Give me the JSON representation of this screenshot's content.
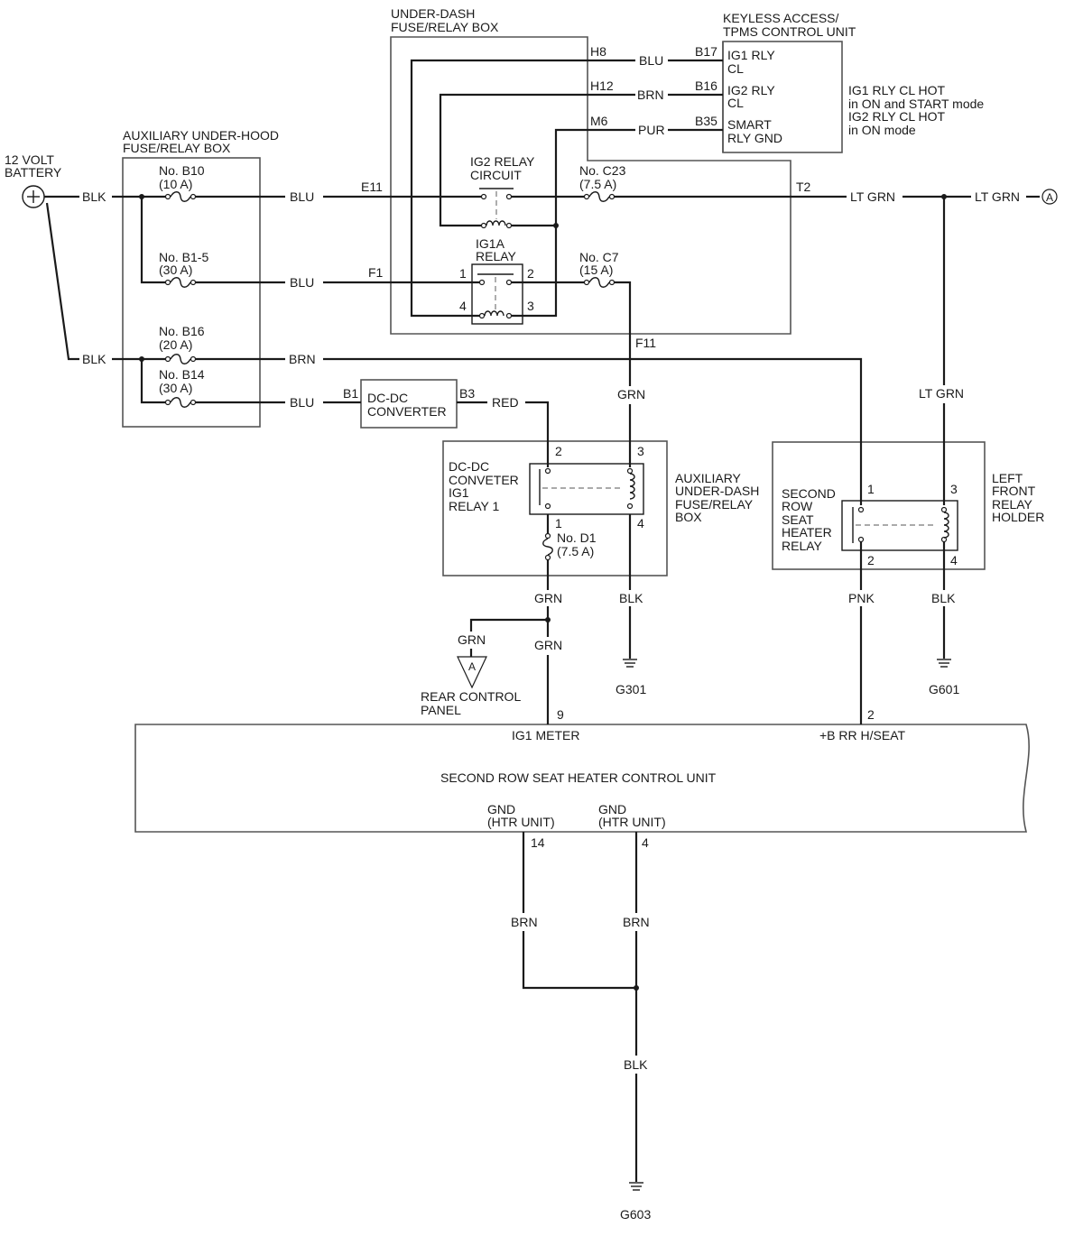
{
  "components": {
    "battery": {
      "line1": "12 VOLT",
      "line2": "BATTERY"
    },
    "aux_underhood_box": {
      "line1": "AUXILIARY UNDER-HOOD",
      "line2": "FUSE/RELAY BOX"
    },
    "underdash_box": {
      "line1": "UNDER-DASH",
      "line2": "FUSE/RELAY BOX"
    },
    "keyless_unit": {
      "line1": "KEYLESS ACCESS/",
      "line2": "TPMS CONTROL UNIT",
      "pins": [
        {
          "num": "B17",
          "line1": "IG1 RLY",
          "line2": "CL"
        },
        {
          "num": "B16",
          "line1": "IG2 RLY",
          "line2": "CL"
        },
        {
          "num": "B35",
          "line1": "SMART",
          "line2": "RLY GND"
        }
      ]
    },
    "keyless_note": [
      "IG1 RLY CL HOT",
      "in ON and START mode",
      "IG2 RLY CL HOT",
      "in ON mode"
    ],
    "ig2_relay": {
      "line1": "IG2 RELAY",
      "line2": "CIRCUIT"
    },
    "ig1a_relay": {
      "line1": "IG1A",
      "line2": "RELAY",
      "pin1": "1",
      "pin2": "2",
      "pin3": "3",
      "pin4": "4"
    },
    "dcdc_converter": {
      "line1": "DC-DC",
      "line2": "CONVERTER",
      "in_pin": "B1",
      "out_pin": "B3"
    },
    "dcdc_relay": {
      "lines": [
        "DC-DC",
        "CONVETER",
        "IG1",
        "RELAY 1"
      ],
      "pin1": "1",
      "pin2": "2",
      "pin3": "3",
      "pin4": "4"
    },
    "aux_underdash_box": {
      "lines": [
        "AUXILIARY",
        "UNDER-DASH",
        "FUSE/RELAY",
        "BOX"
      ]
    },
    "seat_heater_relay": {
      "lines": [
        "SECOND",
        "ROW",
        "SEAT",
        "HEATER",
        "RELAY"
      ],
      "pin1": "1",
      "pin2": "2",
      "pin3": "3",
      "pin4": "4"
    },
    "left_front_holder": {
      "lines": [
        "LEFT",
        "FRONT",
        "RELAY",
        "HOLDER"
      ]
    },
    "rear_panel": {
      "connector": "A",
      "line1": "REAR CONTROL",
      "line2": "PANEL"
    },
    "offpage_connector": "A",
    "control_unit": {
      "title": "SECOND ROW SEAT HEATER CONTROL UNIT",
      "pin_ig1_num": "9",
      "pin_ig1_label": "IG1 METER",
      "pin_b_num": "2",
      "pin_b_label": "+B RR H/SEAT",
      "gnd1_num": "14",
      "gnd1_line1": "GND",
      "gnd1_line2": "(HTR UNIT)",
      "gnd2_num": "4",
      "gnd2_line1": "GND",
      "gnd2_line2": "(HTR UNIT)"
    }
  },
  "fuses": {
    "b10": {
      "name": "No. B10",
      "rating": "(10 A)"
    },
    "b15": {
      "name": "No. B1-5",
      "rating": "(30 A)"
    },
    "b16": {
      "name": "No. B16",
      "rating": "(20 A)"
    },
    "b14": {
      "name": "No. B14",
      "rating": "(30 A)"
    },
    "c23": {
      "name": "No. C23",
      "rating": "(7.5 A)"
    },
    "c7": {
      "name": "No. C7",
      "rating": "(15 A)"
    },
    "d1": {
      "name": "No. D1",
      "rating": "(7.5 A)"
    }
  },
  "connectors": {
    "e11": "E11",
    "f1": "F1",
    "f11": "F11",
    "t2": "T2",
    "h8": "H8",
    "h12": "H12",
    "m6": "M6"
  },
  "wires": {
    "blk1": "BLK",
    "blk2": "BLK",
    "blu1": "BLU",
    "blu2": "BLU",
    "brn1": "BRN",
    "blu3": "BLU",
    "red": "RED",
    "h8": "BLU",
    "h12": "BRN",
    "m6": "PUR",
    "ltgrn1": "LT GRN",
    "ltgrn2": "LT GRN",
    "ltgrn3": "LT GRN",
    "grn_f11": "GRN",
    "grn_d1": "GRN",
    "grn_branch": "GRN",
    "grn_down": "GRN",
    "blk_g301": "BLK",
    "pnk": "PNK",
    "blk_g601": "BLK",
    "brn_14": "BRN",
    "brn_4": "BRN",
    "blk_g603": "BLK"
  },
  "grounds": {
    "g301": "G301",
    "g601": "G601",
    "g603": "G603"
  }
}
